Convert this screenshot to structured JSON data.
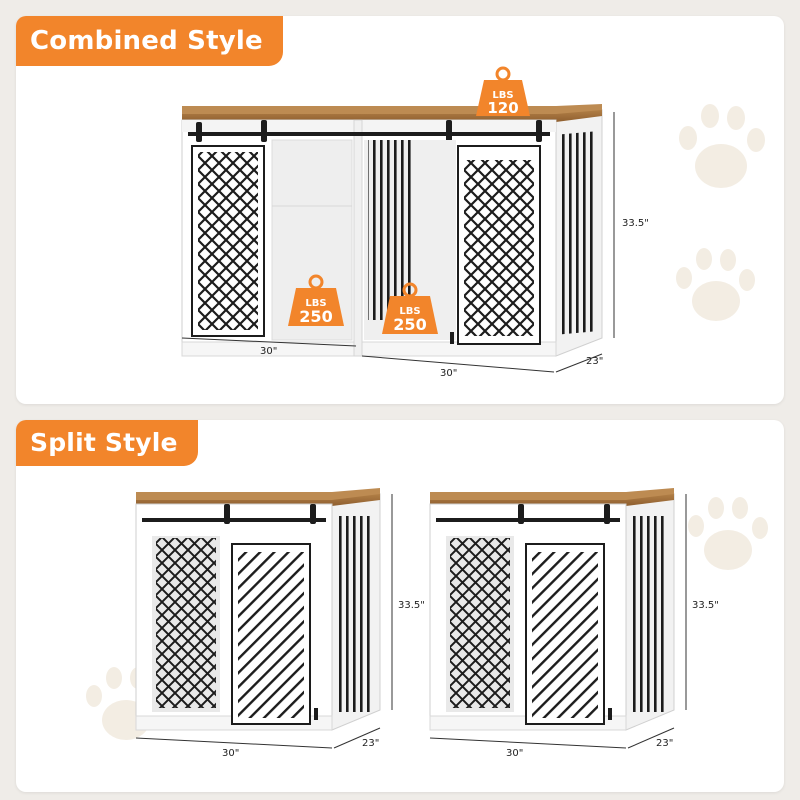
{
  "combined": {
    "title": "Combined Style",
    "weights": {
      "top": {
        "unit": "LBS",
        "value": "120"
      },
      "left": {
        "unit": "LBS",
        "value": "250"
      },
      "right": {
        "unit": "LBS",
        "value": "250"
      }
    },
    "dimensions": {
      "width_left": "30\"",
      "width_right": "30\"",
      "depth": "23\"",
      "height": "33.5\""
    }
  },
  "split": {
    "title": "Split Style",
    "units": [
      {
        "width": "30\"",
        "depth": "23\"",
        "height": "33.5\""
      },
      {
        "width": "30\"",
        "depth": "23\"",
        "height": "33.5\""
      }
    ]
  },
  "colors": {
    "accent": "#f2852b",
    "wood": "#a8743c",
    "frame": "#ffffff",
    "metal": "#1c1c1c",
    "paw": "#f3ede3"
  }
}
